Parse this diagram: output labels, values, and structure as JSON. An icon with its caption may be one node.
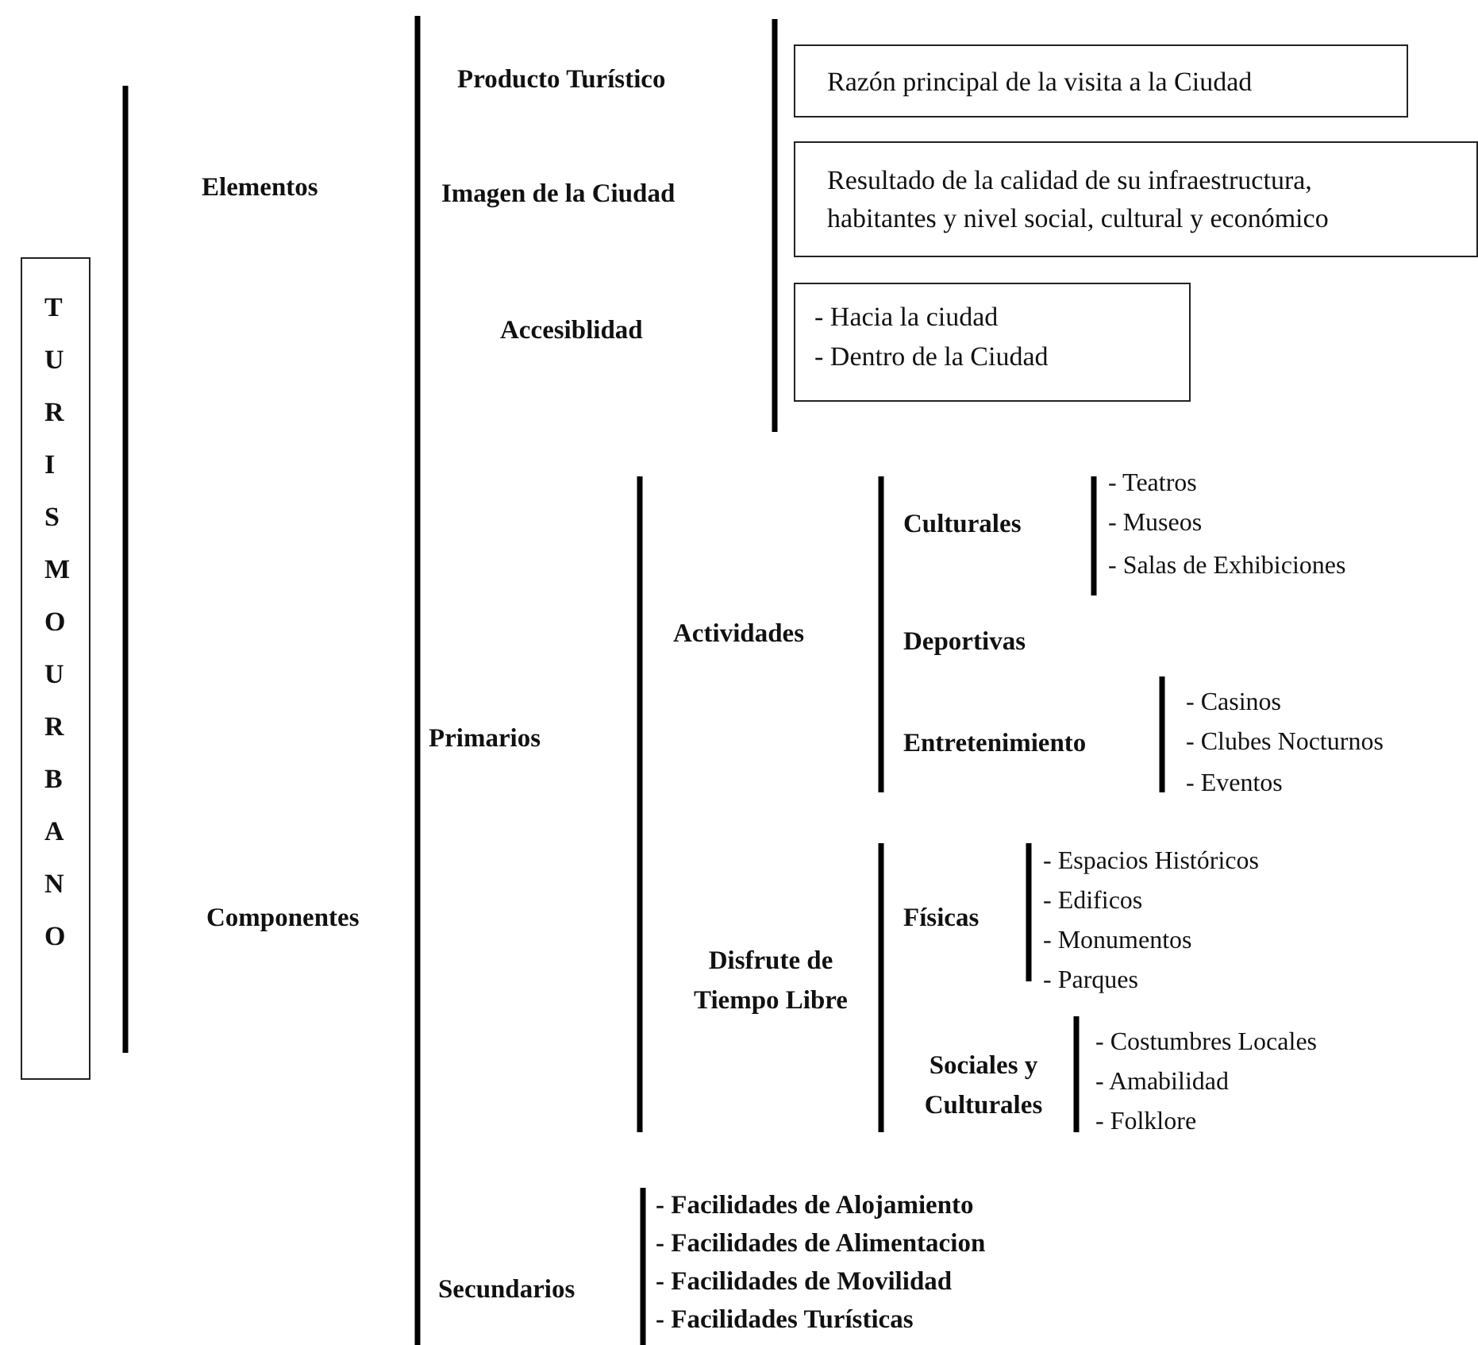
{
  "diagram": {
    "nodes": [
      {
        "text": [
          "TURISMO URBANO"
        ]
      },
      {
        "text": [
          "Razón principal de la visita a la Ciudad"
        ]
      },
      {
        "text": [
          "Resultado de la calidad de su infraestructura, habitantes y nivel social, cultural y económico"
        ]
      },
      {
        "text": [
          "- Hacia la ciudad",
          "- Dentro de la Ciudad"
        ]
      }
    ],
    "labels": [
      "Producto Turístico",
      "Elementos",
      "Imagen de la Ciudad",
      "Accesiblidad",
      "- Teatros",
      "Culturales",
      "- Museos",
      "- Salas de Exhibiciones",
      "Actividades",
      "Deportivas",
      "- Casinos",
      "Entretenimiento",
      "- Clubes Nocturnos",
      "Primarios",
      "- Eventos",
      "- Espacios Históricos",
      "- Edificos",
      "Físicas",
      "Componentes",
      "- Monumentos",
      "Disfrute de Tiempo Libre",
      "- Parques",
      "- Costumbres Locales",
      "Sociales y Culturales",
      "- Amabilidad",
      "- Folklore",
      "- Facilidades de Alojamiento",
      "- Facilidades de Alimentacion",
      "- Facilidades de Movilidad",
      "Secundarios",
      "- Facilidades Turísticas"
    ]
  }
}
